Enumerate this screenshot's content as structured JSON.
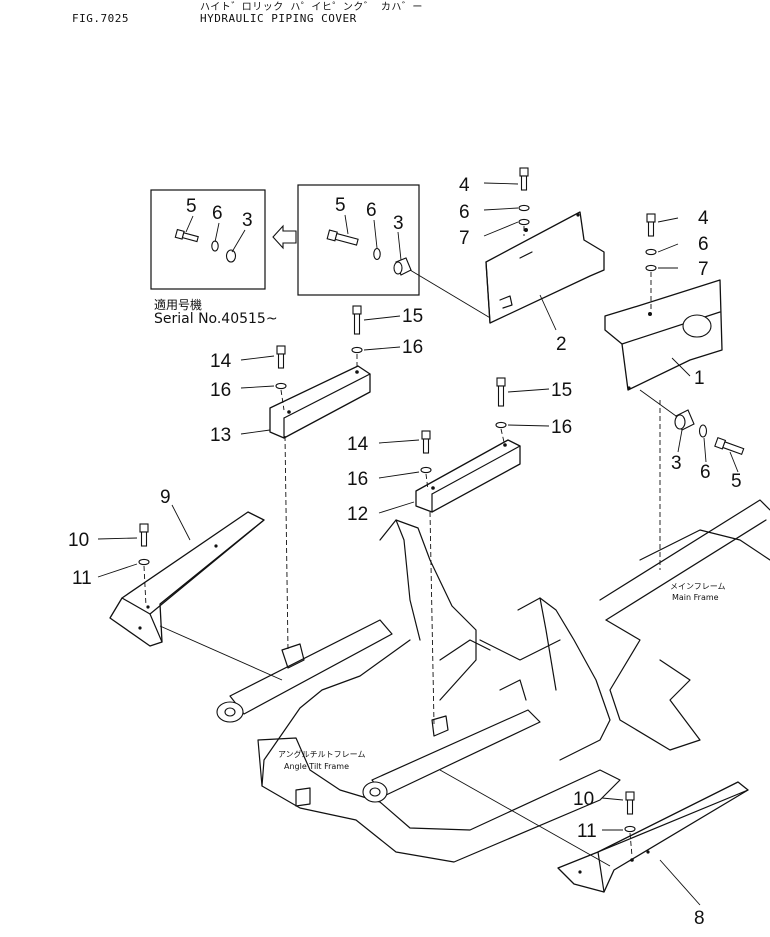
{
  "header": {
    "fig": "FIG.7025",
    "title_jp": "ハイト゛ロリック ハ゜イヒ゜ンク゛ カハ゛ー",
    "title_en": "HYDRAULIC PIPING COVER"
  },
  "inset": {
    "serial_jp": "適用号機",
    "serial": "Serial  No.40515~"
  },
  "frames": {
    "main_frame_jp": "メインフレーム",
    "main_frame_en": "Main Frame",
    "angle_tilt_frame_jp": "アングルチルトフレーム",
    "angle_tilt_frame_en": "Angle Tilt Frame"
  },
  "callouts": [
    {
      "id": "a1",
      "label": "5"
    },
    {
      "id": "a2",
      "label": "6"
    },
    {
      "id": "a3",
      "label": "3"
    },
    {
      "id": "b1",
      "label": "5"
    },
    {
      "id": "b2",
      "label": "6"
    },
    {
      "id": "b3",
      "label": "3"
    },
    {
      "id": "c1",
      "label": "4"
    },
    {
      "id": "c2",
      "label": "6"
    },
    {
      "id": "c3",
      "label": "7"
    },
    {
      "id": "c4",
      "label": "2"
    },
    {
      "id": "d1",
      "label": "4"
    },
    {
      "id": "d2",
      "label": "6"
    },
    {
      "id": "d3",
      "label": "7"
    },
    {
      "id": "d4",
      "label": "1"
    },
    {
      "id": "e1",
      "label": "3"
    },
    {
      "id": "e2",
      "label": "6"
    },
    {
      "id": "e3",
      "label": "5"
    },
    {
      "id": "f1",
      "label": "15"
    },
    {
      "id": "f2",
      "label": "16"
    },
    {
      "id": "g1",
      "label": "14"
    },
    {
      "id": "g2",
      "label": "16"
    },
    {
      "id": "g3",
      "label": "13"
    },
    {
      "id": "h1",
      "label": "15"
    },
    {
      "id": "h2",
      "label": "16"
    },
    {
      "id": "i1",
      "label": "14"
    },
    {
      "id": "i2",
      "label": "16"
    },
    {
      "id": "i3",
      "label": "12"
    },
    {
      "id": "j1",
      "label": "9"
    },
    {
      "id": "j2",
      "label": "10"
    },
    {
      "id": "j3",
      "label": "11"
    },
    {
      "id": "k1",
      "label": "10"
    },
    {
      "id": "k2",
      "label": "11"
    },
    {
      "id": "k3",
      "label": "8"
    }
  ]
}
